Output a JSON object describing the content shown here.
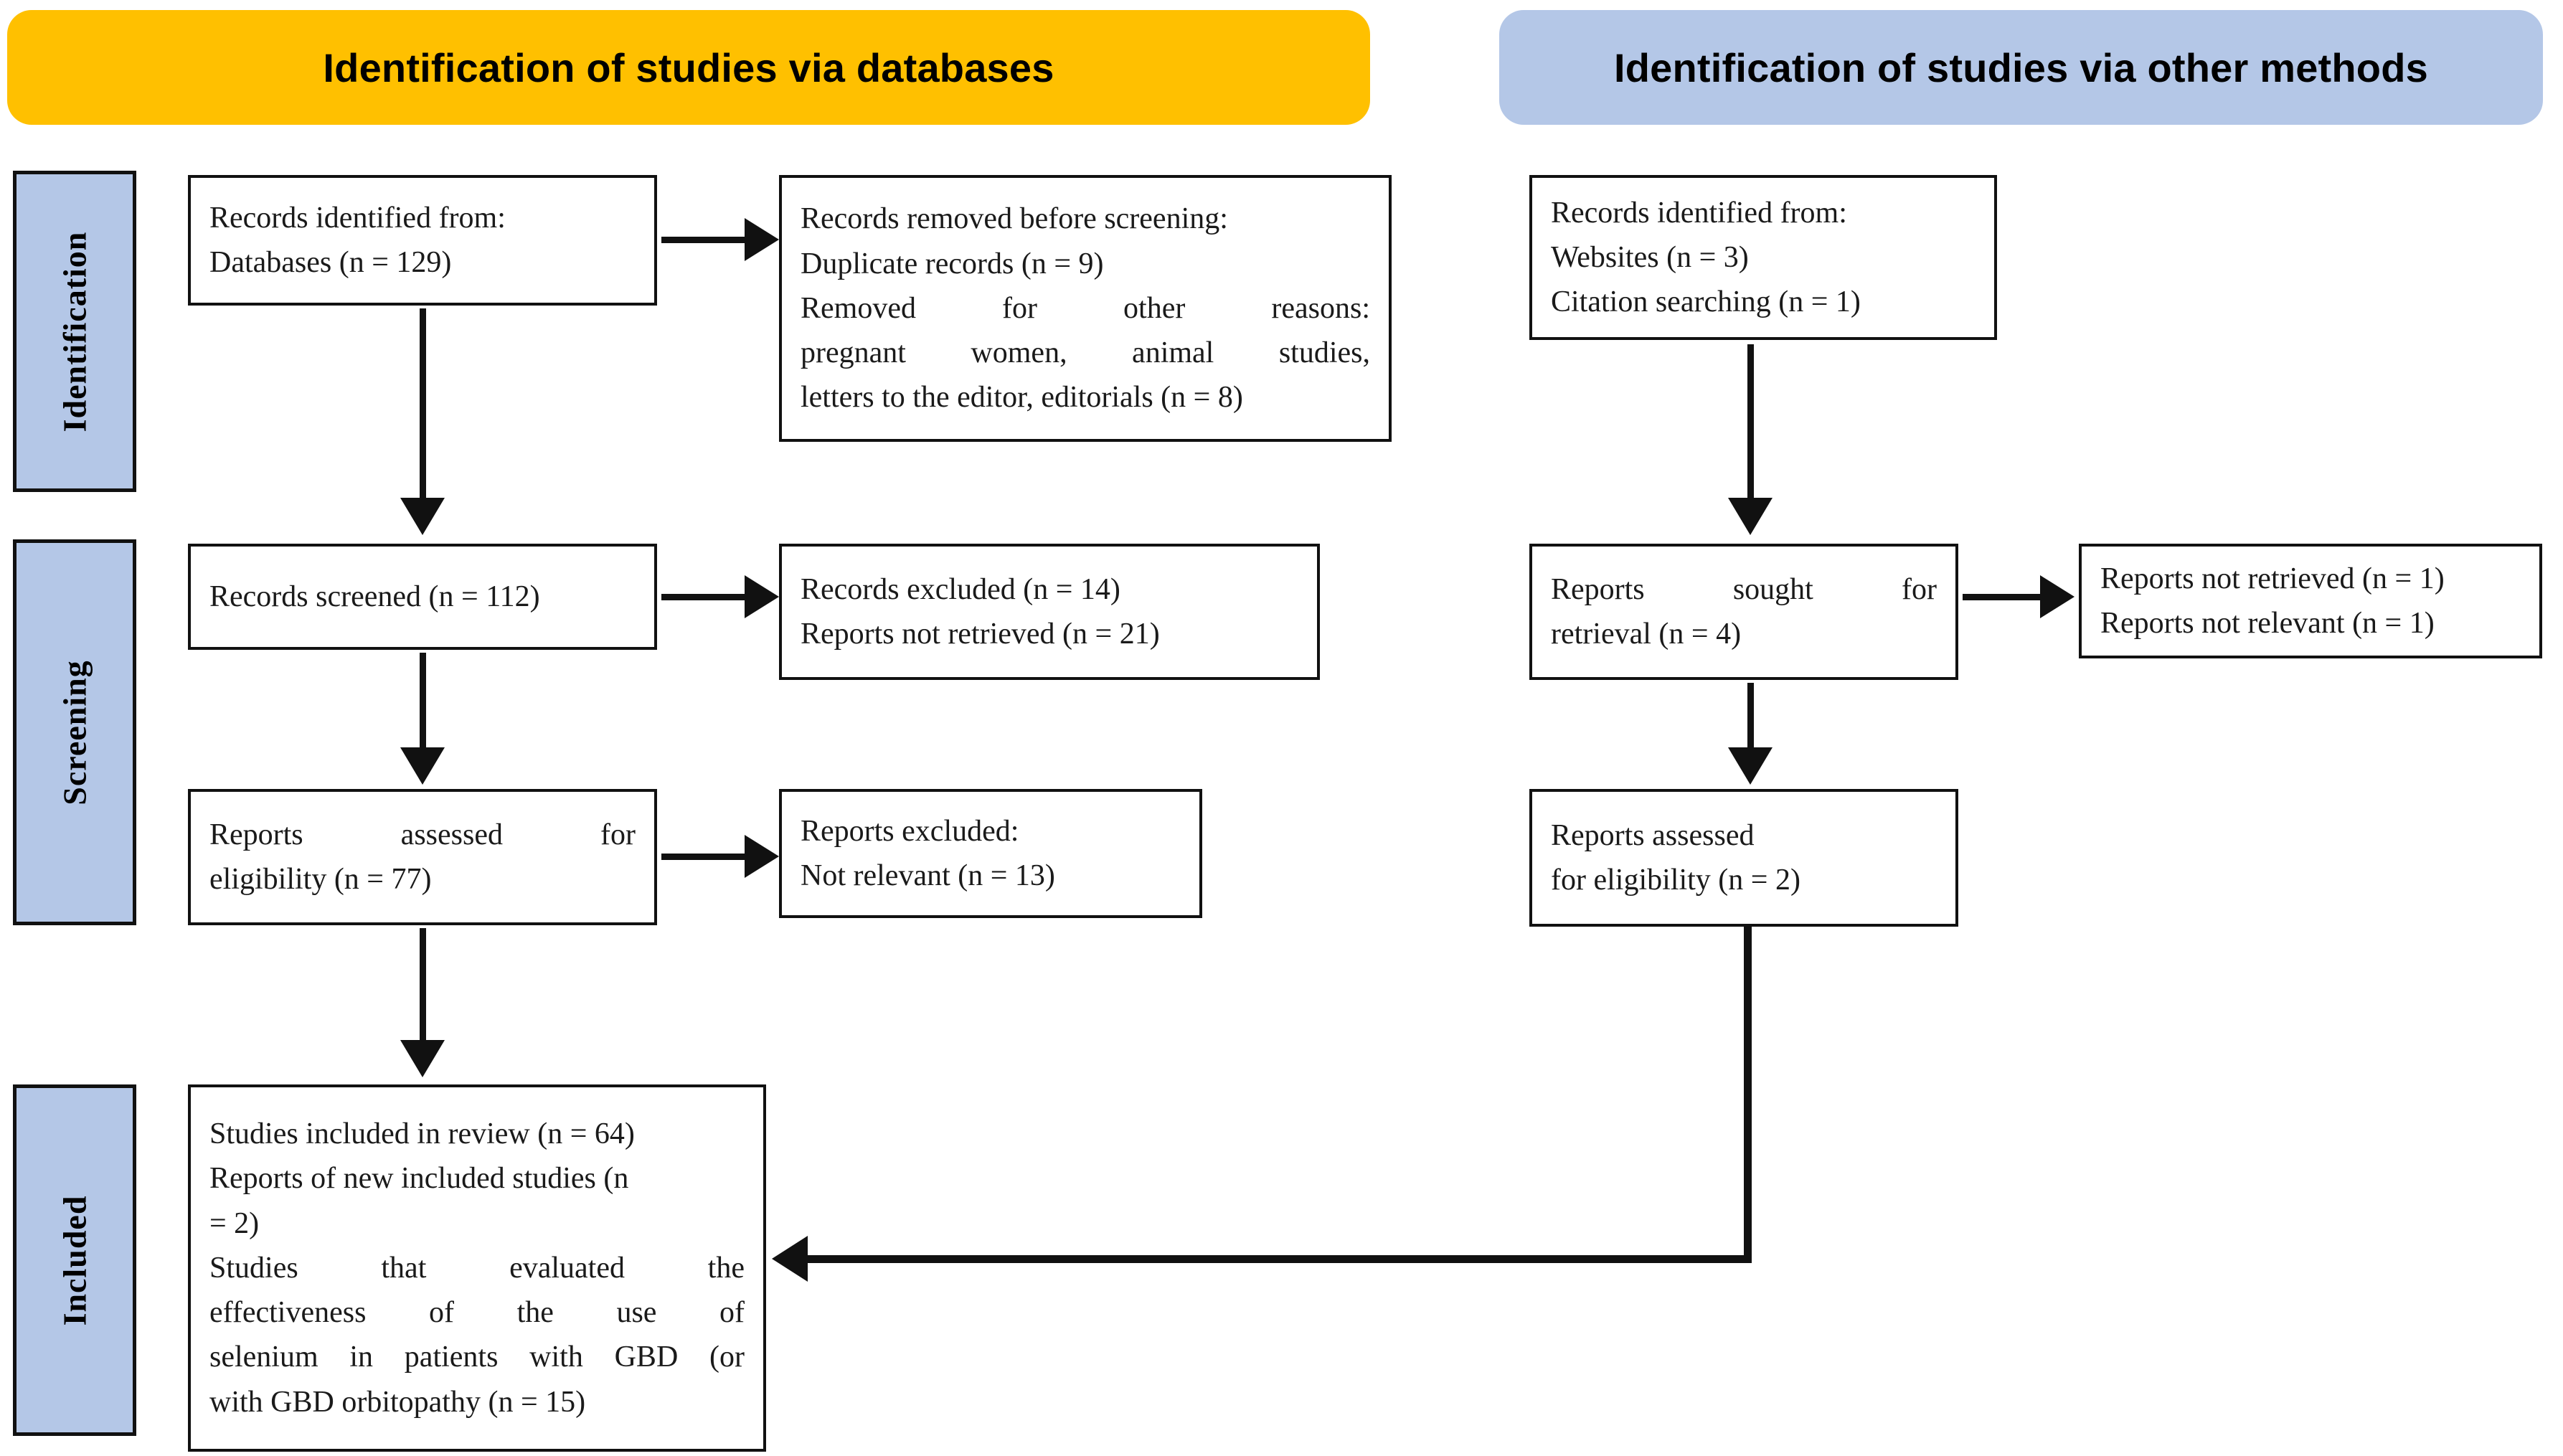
{
  "colors": {
    "banner_databases": "#FFC000",
    "banner_other": "#B4C7E7",
    "stage_sidebar": "#B4C7E7",
    "line": "#111111",
    "box_border": "#111111",
    "text": "#1a1a1a"
  },
  "banners": {
    "databases": "Identification of studies via databases",
    "other": "Identification of studies via other methods"
  },
  "stages": {
    "identification": "Identification",
    "screening": "Screening",
    "included": "Included"
  },
  "databases_column": {
    "records_identified": {
      "lines": [
        "Records identified from:",
        "Databases (n = 129)"
      ]
    },
    "records_removed": {
      "lines": [
        "Records removed before screening:",
        "Duplicate records (n = 9)",
        "Removed for other reasons:",
        "pregnant women, animal studies,",
        "letters to the editor, editorials (n = 8)"
      ]
    },
    "records_screened": {
      "lines": [
        "Records screened (n = 112)"
      ]
    },
    "records_excluded": {
      "lines": [
        "Records excluded (n = 14)",
        "Reports not retrieved (n = 21)"
      ]
    },
    "reports_assessed": {
      "lines": [
        "Reports assessed for",
        "eligibility (n = 77)"
      ]
    },
    "reports_excluded": {
      "lines": [
        "Reports excluded:",
        "Not relevant (n = 13)"
      ]
    },
    "studies_included": {
      "lines": [
        "Studies included in review (n = 64)",
        "Reports of new included studies (n",
        "= 2)",
        "Studies that evaluated the",
        "effectiveness of the use of",
        "selenium in patients with GBD (or",
        "with GBD orbitopathy (n = 15)"
      ]
    }
  },
  "other_methods_column": {
    "records_identified": {
      "lines": [
        "Records identified from:",
        "Websites (n = 3)",
        "Citation searching (n = 1)"
      ]
    },
    "reports_sought": {
      "lines": [
        "Reports sought for",
        "retrieval (n = 4)"
      ]
    },
    "reports_not_retrieved": {
      "lines": [
        "Reports not retrieved (n = 1)",
        "Reports not relevant (n = 1)"
      ]
    },
    "reports_assessed": {
      "lines": [
        "Reports assessed",
        "for eligibility (n = 2)"
      ]
    }
  },
  "chart_data": {
    "type": "diagram",
    "title": "PRISMA 2020 flow diagram",
    "columns": [
      {
        "name": "Identification of studies via databases",
        "nodes": [
          {
            "id": "db-identified",
            "stage": "Identification",
            "label": "Records identified from: Databases",
            "n": 129
          },
          {
            "id": "db-removed",
            "stage": "Identification",
            "label": "Records removed before screening",
            "duplicate_records": 9,
            "removed_other_reasons": 8
          },
          {
            "id": "db-screened",
            "stage": "Screening",
            "label": "Records screened",
            "n": 112
          },
          {
            "id": "db-excluded",
            "stage": "Screening",
            "label": "Records excluded",
            "records_excluded": 14,
            "reports_not_retrieved": 21
          },
          {
            "id": "db-assessed",
            "stage": "Screening",
            "label": "Reports assessed for eligibility",
            "n": 77
          },
          {
            "id": "db-rep-excluded",
            "stage": "Screening",
            "label": "Reports excluded: Not relevant",
            "n": 13
          },
          {
            "id": "included",
            "stage": "Included",
            "label": "Studies included in review",
            "studies_included": 64,
            "reports_of_new_included_studies": 2,
            "studies_selenium_gbd": 15
          }
        ]
      },
      {
        "name": "Identification of studies via other methods",
        "nodes": [
          {
            "id": "om-identified",
            "stage": "Identification",
            "label": "Records identified from",
            "websites": 3,
            "citation_searching": 1
          },
          {
            "id": "om-sought",
            "stage": "Screening",
            "label": "Reports sought for retrieval",
            "n": 4
          },
          {
            "id": "om-not-retrieved",
            "stage": "Screening",
            "label": "Reports not retrieved / not relevant",
            "reports_not_retrieved": 1,
            "reports_not_relevant": 1
          },
          {
            "id": "om-assessed",
            "stage": "Screening",
            "label": "Reports assessed for eligibility",
            "n": 2
          }
        ]
      }
    ],
    "edges": [
      {
        "from": "db-identified",
        "to": "db-removed",
        "dir": "right"
      },
      {
        "from": "db-identified",
        "to": "db-screened",
        "dir": "down"
      },
      {
        "from": "db-screened",
        "to": "db-excluded",
        "dir": "right"
      },
      {
        "from": "db-screened",
        "to": "db-assessed",
        "dir": "down"
      },
      {
        "from": "db-assessed",
        "to": "db-rep-excluded",
        "dir": "right"
      },
      {
        "from": "db-assessed",
        "to": "included",
        "dir": "down"
      },
      {
        "from": "om-identified",
        "to": "om-sought",
        "dir": "down"
      },
      {
        "from": "om-sought",
        "to": "om-not-retrieved",
        "dir": "right"
      },
      {
        "from": "om-sought",
        "to": "om-assessed",
        "dir": "down"
      },
      {
        "from": "om-assessed",
        "to": "included",
        "dir": "elbow-left"
      }
    ]
  }
}
